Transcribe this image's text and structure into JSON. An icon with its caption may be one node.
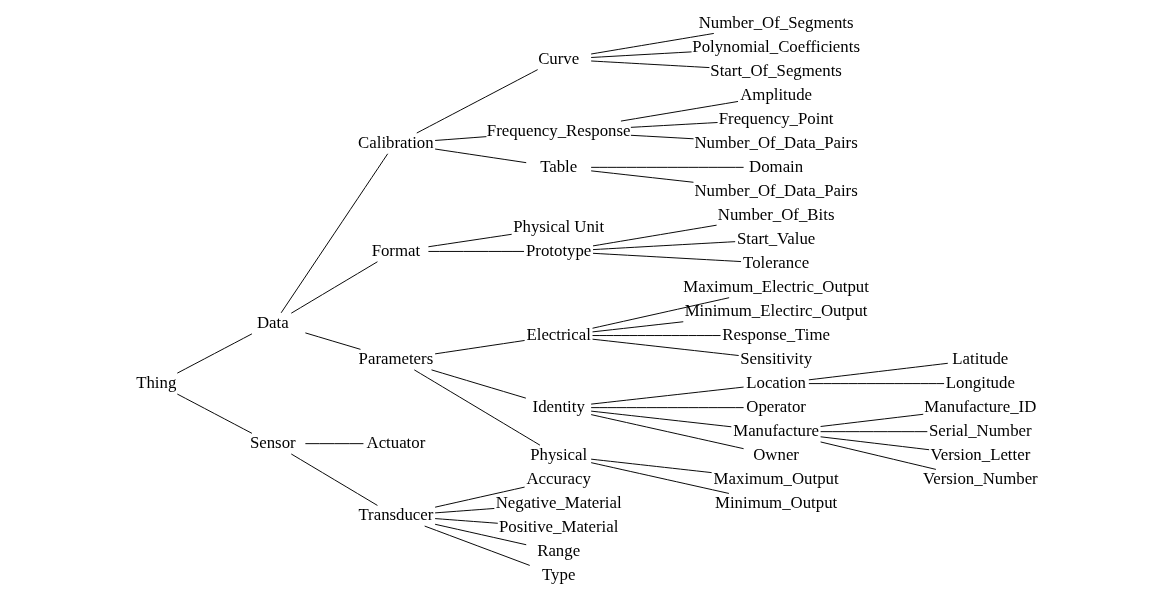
{
  "diagram": {
    "nodes": [
      {
        "text": [
          "Thing"
        ]
      },
      {
        "text": [
          "Data"
        ]
      },
      {
        "text": [
          "Calibration"
        ]
      },
      {
        "text": [
          "Curve"
        ]
      },
      {
        "text": [
          "Number_Of_Segments"
        ]
      },
      {
        "text": [
          "Polynomial_Coefficients"
        ]
      },
      {
        "text": [
          "Start_Of_Segments"
        ]
      },
      {
        "text": [
          "Frequency_Response"
        ]
      },
      {
        "text": [
          "Amplitude"
        ]
      },
      {
        "text": [
          "Frequency_Point"
        ]
      },
      {
        "text": [
          "Number_Of_Data_Pairs"
        ]
      },
      {
        "text": [
          "Table"
        ]
      },
      {
        "text": [
          "Domain"
        ]
      },
      {
        "text": [
          "Number_Of_Data_Pairs"
        ]
      },
      {
        "text": [
          "Format"
        ]
      },
      {
        "text": [
          "Physical Unit"
        ]
      },
      {
        "text": [
          "Prototype"
        ]
      },
      {
        "text": [
          "Number_Of_Bits"
        ]
      },
      {
        "text": [
          "Start_Value"
        ]
      },
      {
        "text": [
          "Tolerance"
        ]
      },
      {
        "text": [
          "Parameters"
        ]
      },
      {
        "text": [
          "Electrical"
        ]
      },
      {
        "text": [
          "Maximum_Electric_Output"
        ]
      },
      {
        "text": [
          "Minimum_Electirc_Output"
        ]
      },
      {
        "text": [
          "Response_Time"
        ]
      },
      {
        "text": [
          "Sensitivity"
        ]
      },
      {
        "text": [
          "Identity"
        ]
      },
      {
        "text": [
          "Location"
        ]
      },
      {
        "text": [
          "Latitude"
        ]
      },
      {
        "text": [
          "Longitude"
        ]
      },
      {
        "text": [
          "Operator"
        ]
      },
      {
        "text": [
          "Manufacture"
        ]
      },
      {
        "text": [
          "Manufacture_ID"
        ]
      },
      {
        "text": [
          "Serial_Number"
        ]
      },
      {
        "text": [
          "Version_Letter"
        ]
      },
      {
        "text": [
          "Version_Number"
        ]
      },
      {
        "text": [
          "Owner"
        ]
      },
      {
        "text": [
          "Physical"
        ]
      },
      {
        "text": [
          "Maximum_Output"
        ]
      },
      {
        "text": [
          "Minimum_Output"
        ]
      },
      {
        "text": [
          "Sensor"
        ]
      },
      {
        "text": [
          "Actuator"
        ]
      },
      {
        "text": [
          "Transducer"
        ]
      },
      {
        "text": [
          "Accuracy"
        ]
      },
      {
        "text": [
          "Negative_Material"
        ]
      },
      {
        "text": [
          "Positive_Material"
        ]
      },
      {
        "text": [
          "Range"
        ]
      },
      {
        "text": [
          "Type"
        ]
      }
    ],
    "edges": [
      {
        "from": 0,
        "to": 1,
        "arrow": "none"
      },
      {
        "from": 1,
        "to": 2,
        "arrow": "none"
      },
      {
        "from": 2,
        "to": 3,
        "arrow": "none"
      },
      {
        "from": 3,
        "to": 4,
        "arrow": "none"
      },
      {
        "from": 3,
        "to": 5,
        "arrow": "none"
      },
      {
        "from": 3,
        "to": 6,
        "arrow": "none"
      },
      {
        "from": 2,
        "to": 7,
        "arrow": "none"
      },
      {
        "from": 7,
        "to": 8,
        "arrow": "none"
      },
      {
        "from": 7,
        "to": 9,
        "arrow": "none"
      },
      {
        "from": 7,
        "to": 10,
        "arrow": "none"
      },
      {
        "from": 2,
        "to": 11,
        "arrow": "none"
      },
      {
        "from": 11,
        "to": 12,
        "arrow": "none"
      },
      {
        "from": 11,
        "to": 13,
        "arrow": "none"
      },
      {
        "from": 1,
        "to": 14,
        "arrow": "none"
      },
      {
        "from": 14,
        "to": 15,
        "arrow": "none"
      },
      {
        "from": 14,
        "to": 16,
        "arrow": "none"
      },
      {
        "from": 16,
        "to": 17,
        "arrow": "none"
      },
      {
        "from": 16,
        "to": 18,
        "arrow": "none"
      },
      {
        "from": 16,
        "to": 19,
        "arrow": "none"
      },
      {
        "from": 1,
        "to": 20,
        "arrow": "none"
      },
      {
        "from": 20,
        "to": 21,
        "arrow": "none"
      },
      {
        "from": 21,
        "to": 22,
        "arrow": "none"
      },
      {
        "from": 21,
        "to": 23,
        "arrow": "none"
      },
      {
        "from": 21,
        "to": 24,
        "arrow": "none"
      },
      {
        "from": 21,
        "to": 25,
        "arrow": "none"
      },
      {
        "from": 20,
        "to": 26,
        "arrow": "none"
      },
      {
        "from": 26,
        "to": 27,
        "arrow": "none"
      },
      {
        "from": 27,
        "to": 28,
        "arrow": "none"
      },
      {
        "from": 27,
        "to": 29,
        "arrow": "none"
      },
      {
        "from": 26,
        "to": 30,
        "arrow": "none"
      },
      {
        "from": 26,
        "to": 31,
        "arrow": "none"
      },
      {
        "from": 31,
        "to": 32,
        "arrow": "none"
      },
      {
        "from": 31,
        "to": 33,
        "arrow": "none"
      },
      {
        "from": 31,
        "to": 34,
        "arrow": "none"
      },
      {
        "from": 31,
        "to": 35,
        "arrow": "none"
      },
      {
        "from": 26,
        "to": 36,
        "arrow": "none"
      },
      {
        "from": 20,
        "to": 37,
        "arrow": "none"
      },
      {
        "from": 37,
        "to": 38,
        "arrow": "none"
      },
      {
        "from": 37,
        "to": 39,
        "arrow": "none"
      },
      {
        "from": 0,
        "to": 40,
        "arrow": "none"
      },
      {
        "from": 40,
        "to": 41,
        "arrow": "none"
      },
      {
        "from": 40,
        "to": 42,
        "arrow": "none"
      },
      {
        "from": 42,
        "to": 43,
        "arrow": "none"
      },
      {
        "from": 42,
        "to": 44,
        "arrow": "none"
      },
      {
        "from": 42,
        "to": 45,
        "arrow": "none"
      },
      {
        "from": 42,
        "to": 46,
        "arrow": "none"
      },
      {
        "from": 42,
        "to": 47,
        "arrow": "none"
      }
    ]
  }
}
